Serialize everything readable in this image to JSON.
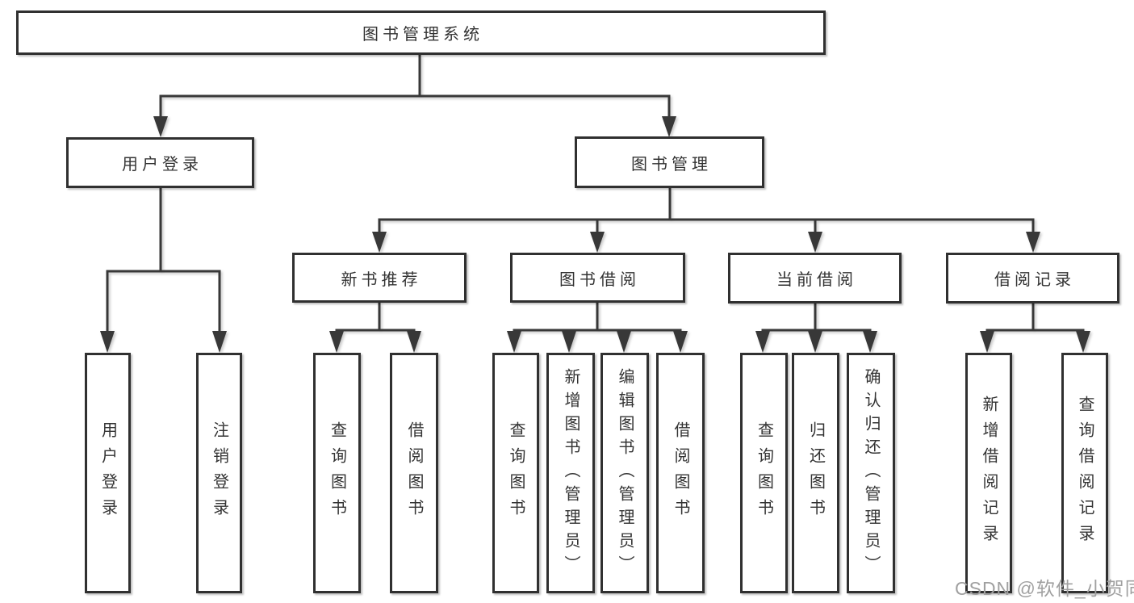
{
  "tree": {
    "label": "图书管理系统",
    "children": [
      {
        "label": "用户登录",
        "children": [
          {
            "label": "用户登录"
          },
          {
            "label": "注销登录"
          }
        ]
      },
      {
        "label": "图书管理",
        "children": [
          {
            "label": "新书推荐",
            "children": [
              {
                "label": "查询图书"
              },
              {
                "label": "借阅图书"
              }
            ]
          },
          {
            "label": "图书借阅",
            "children": [
              {
                "label": "查询图书"
              },
              {
                "label": "新增图书（管理员）"
              },
              {
                "label": "编辑图书（管理员）"
              },
              {
                "label": "借阅图书"
              }
            ]
          },
          {
            "label": "当前借阅",
            "children": [
              {
                "label": "查询图书"
              },
              {
                "label": "归还图书"
              },
              {
                "label": "确认归还（管理员）"
              }
            ]
          },
          {
            "label": "借阅记录",
            "children": [
              {
                "label": "新增借阅记录"
              },
              {
                "label": "查询借阅记录"
              }
            ]
          }
        ]
      }
    ]
  },
  "watermark": {
    "text": "CSDN @软件_小贺同学"
  },
  "colors": {
    "line": "#383838",
    "box_border": "#303030",
    "box_fill": "#ffffff",
    "text": "#333333",
    "watermark": "#a0a0a0",
    "background": "#ffffff"
  }
}
